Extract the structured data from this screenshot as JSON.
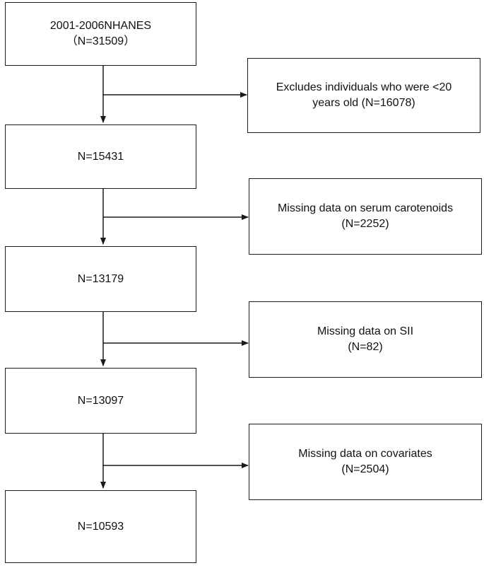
{
  "diagram": {
    "main_boxes": [
      {
        "line1": "2001-2006NHANES",
        "line2": "（N=31509）"
      },
      {
        "line1": "N=15431",
        "line2": ""
      },
      {
        "line1": "N=13179",
        "line2": ""
      },
      {
        "line1": "N=13097",
        "line2": ""
      },
      {
        "line1": "N=10593",
        "line2": ""
      }
    ],
    "exclusion_boxes": [
      {
        "line1": "Excludes individuals who were <20",
        "line2": "years old (N=16078)"
      },
      {
        "line1": "Missing data on serum carotenoids",
        "line2": "(N=2252)"
      },
      {
        "line1": "Missing data on SII",
        "line2": "(N=82)"
      },
      {
        "line1": "Missing data on covariates",
        "line2": "(N=2504)"
      }
    ]
  }
}
